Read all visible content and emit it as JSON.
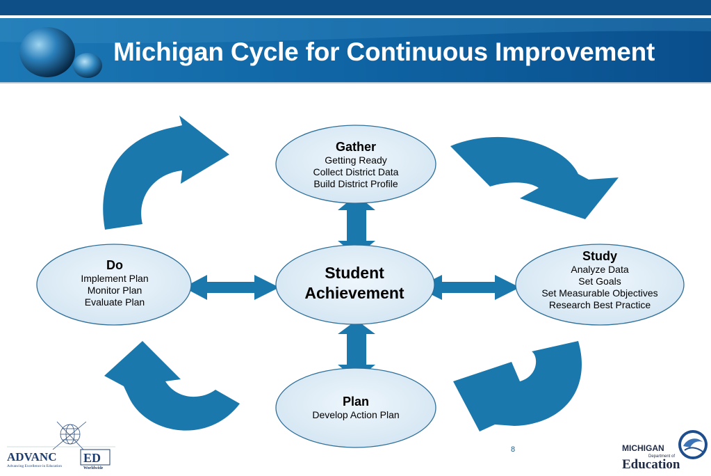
{
  "title": "Michigan Cycle for Continuous Improvement",
  "center": {
    "line1": "Student",
    "line2": "Achievement"
  },
  "nodes": {
    "gather": {
      "heading": "Gather",
      "lines": [
        "Getting Ready",
        "Collect District Data",
        "Build District Profile"
      ]
    },
    "study": {
      "heading": "Study",
      "lines": [
        "Analyze Data",
        "Set Goals",
        "Set Measurable Objectives",
        "Research Best Practice"
      ]
    },
    "plan": {
      "heading": "Plan",
      "lines": [
        "Develop Action Plan"
      ]
    },
    "do": {
      "heading": "Do",
      "lines": [
        "Implement Plan",
        "Monitor Plan",
        "Evaluate Plan"
      ]
    }
  },
  "page_number": "8",
  "logos": {
    "advanced_main_left": "ADVANC",
    "advanced_main_right": "ED",
    "advanced_tagline": "Advancing Excellence in Education",
    "advanced_sub": "Worldwide",
    "mde_top": "MICHIGAN",
    "mde_middle": "Department of",
    "mde_bottom": "Education"
  },
  "colors": {
    "header_blue": "#0d5e9c",
    "arrow_blue": "#1a78ad",
    "ellipse_fill": "#dbeaf5",
    "ellipse_stroke": "#2e6f99"
  }
}
